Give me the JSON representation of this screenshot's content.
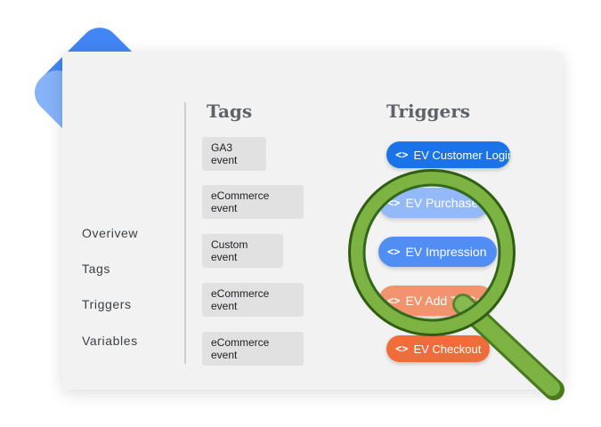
{
  "nav": {
    "items": [
      "Overivew",
      "Tags",
      "Triggers",
      "Variables"
    ]
  },
  "columns": {
    "tags_heading": "Tags",
    "triggers_heading": "Triggers"
  },
  "tags": [
    "GA3 event",
    "eCommerce event",
    "Custom event",
    "eCommerce event",
    "eCommerce event"
  ],
  "triggers": [
    {
      "icon": "<>",
      "label": "EV Customer Login",
      "color": "#1a73e8"
    },
    {
      "icon": "<>",
      "label": "EV Purchase",
      "color": "#8ab4f8"
    },
    {
      "icon": "<>",
      "label": "EV Impression",
      "color": "#4285f4"
    },
    {
      "icon": "<>",
      "label": "EV Add To Cart",
      "color": "#f08a60"
    },
    {
      "icon": "<>",
      "label": "EV Checkout",
      "color": "#f06c3a"
    }
  ],
  "colors": {
    "logo_blue_dark": "#4285f4",
    "logo_blue_light": "#8ab4f8",
    "logo_dot": "#1a73e8",
    "magnifier_ring": "#7cb342",
    "magnifier_handle": "#6ea52f"
  }
}
